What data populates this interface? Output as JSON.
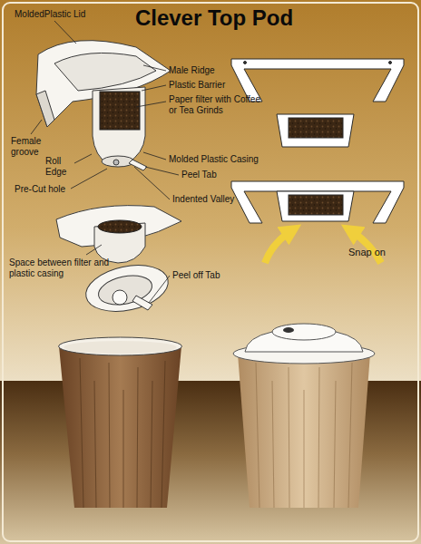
{
  "diagram": {
    "title": "Clever Top Pod",
    "labels": [
      "MoldedPlastic Lid",
      "Male Ridge",
      "Plastic Barrier",
      "Paper filter with Coffee or Tea Grinds",
      "Female groove",
      "Roll Edge",
      "Molded Plastic Casing",
      "Peel Tab",
      "Pre-Cut hole",
      "Indented Valley",
      "Space between filter and plastic casing",
      "Peel off Tab",
      "Snap on"
    ]
  }
}
